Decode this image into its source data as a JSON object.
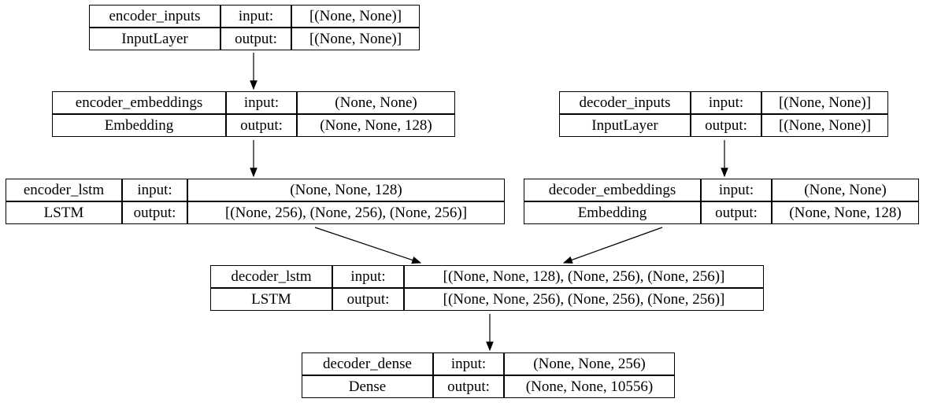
{
  "diagram": {
    "labels": {
      "input": "input:",
      "output": "output:"
    },
    "nodes": [
      {
        "name": "encoder_inputs",
        "type": "InputLayer",
        "input_shape": "[(None, None)]",
        "output_shape": "[(None, None)]"
      },
      {
        "name": "encoder_embeddings",
        "type": "Embedding",
        "input_shape": "(None, None)",
        "output_shape": "(None, None, 128)"
      },
      {
        "name": "encoder_lstm",
        "type": "LSTM",
        "input_shape": "(None, None, 128)",
        "output_shape": "[(None, 256), (None, 256), (None, 256)]"
      },
      {
        "name": "decoder_inputs",
        "type": "InputLayer",
        "input_shape": "[(None, None)]",
        "output_shape": "[(None, None)]"
      },
      {
        "name": "decoder_embeddings",
        "type": "Embedding",
        "input_shape": "(None, None)",
        "output_shape": "(None, None, 128)"
      },
      {
        "name": "decoder_lstm",
        "type": "LSTM",
        "input_shape": "[(None, None, 128), (None, 256), (None, 256)]",
        "output_shape": "[(None, None, 256), (None, 256), (None, 256)]"
      },
      {
        "name": "decoder_dense",
        "type": "Dense",
        "input_shape": "(None, None, 256)",
        "output_shape": "(None, None, 10556)"
      }
    ],
    "edges": [
      {
        "from": "encoder_inputs",
        "to": "encoder_embeddings"
      },
      {
        "from": "encoder_embeddings",
        "to": "encoder_lstm"
      },
      {
        "from": "encoder_lstm",
        "to": "decoder_lstm"
      },
      {
        "from": "decoder_inputs",
        "to": "decoder_embeddings"
      },
      {
        "from": "decoder_embeddings",
        "to": "decoder_lstm"
      },
      {
        "from": "decoder_lstm",
        "to": "decoder_dense"
      }
    ]
  }
}
